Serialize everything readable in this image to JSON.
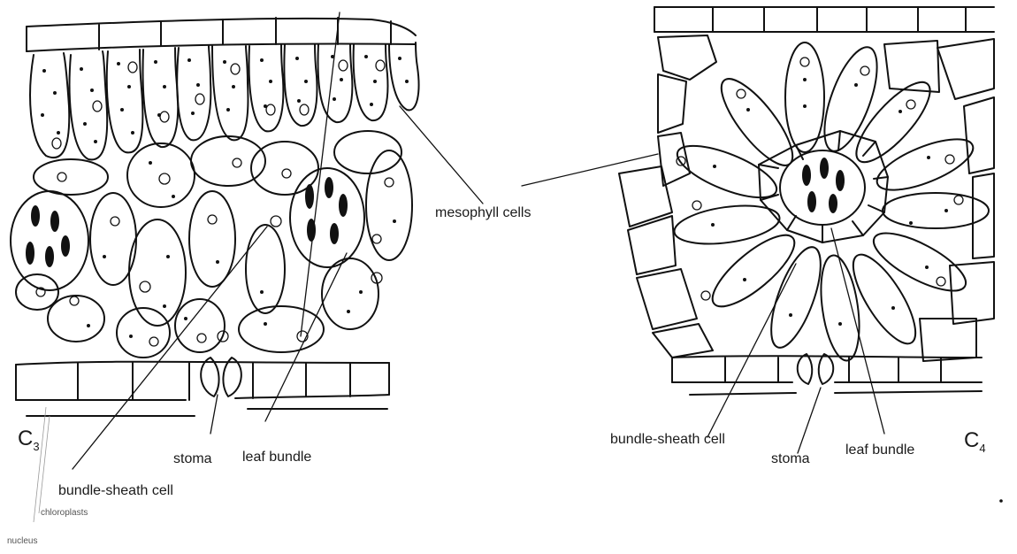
{
  "labels": {
    "left_mesophyll": "",
    "mesophyll_cells": "mesophyll cells",
    "leaf_bundle_left": "leaf bundle",
    "stoma_left": "stoma",
    "bundle_sheath_left": "bundle-sheath cell",
    "c3_letter": "C",
    "c3_subscript": "3",
    "chloroplasts": "chloroplasts",
    "nucleus": "nucleus",
    "bundle_sheath_right": "bundle-sheath cell",
    "stoma_right": "stoma",
    "leaf_bundle_right": "leaf bundle",
    "c4_letter": "C",
    "c4_subscript": "4"
  },
  "colors": {
    "ink": "#111111",
    "background": "#ffffff",
    "faint": "#9a9a9a"
  }
}
